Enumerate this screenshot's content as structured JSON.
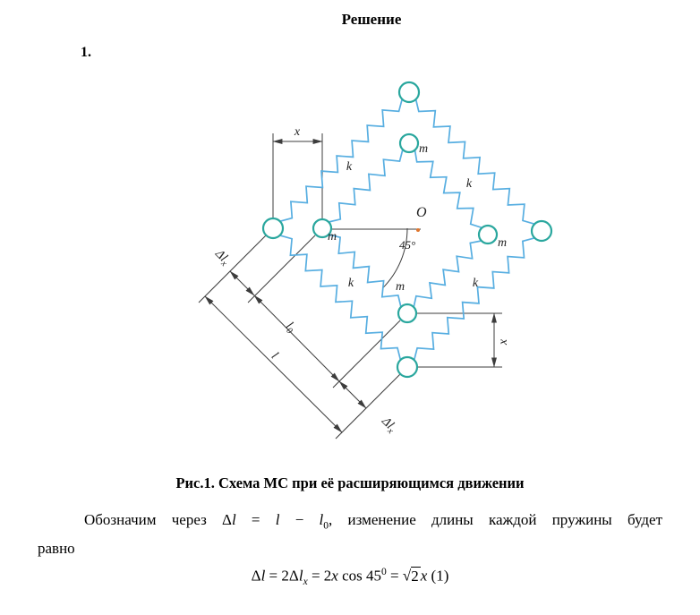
{
  "page": {
    "title": "Решение",
    "item_number": "1.",
    "caption": "Рис.1. Схема МС при её расширяющимся движении"
  },
  "paragraph": {
    "lead": "Обозначим через ",
    "formula": {
      "delta": "Δ",
      "l1": "l",
      "equals": " = ",
      "l2": "l",
      "minus": " − ",
      "l3": "l",
      "sub0": "0",
      "comma": ", "
    },
    "rest_line1": "изменение длины каждой пружины будет",
    "rest_line2": "равно"
  },
  "equation": {
    "delta1": "Δ",
    "l1": "l",
    "mid1": " = 2Δ",
    "l2": "l",
    "sub_x": "x",
    "mid2": " = 2",
    "x1": "x",
    "cos": " cos 45",
    "sup0": "0",
    "mid3": " = ",
    "sqrt_sym": "√",
    "radicand": "2",
    "x2": "x",
    "number": " (1)"
  },
  "figure": {
    "labels": {
      "spring": "k",
      "mass": "m",
      "origin": "O",
      "angle": "45°",
      "x_disp": "x",
      "length": "l",
      "length0_base": "l",
      "length0_sub": "0",
      "delta_base": "Δl",
      "delta_sub": "x"
    },
    "colors": {
      "spring": "#57aee1",
      "node": "#2aa79e",
      "center_dot": "#e0762e",
      "dimension": "#3c3c3c"
    }
  }
}
